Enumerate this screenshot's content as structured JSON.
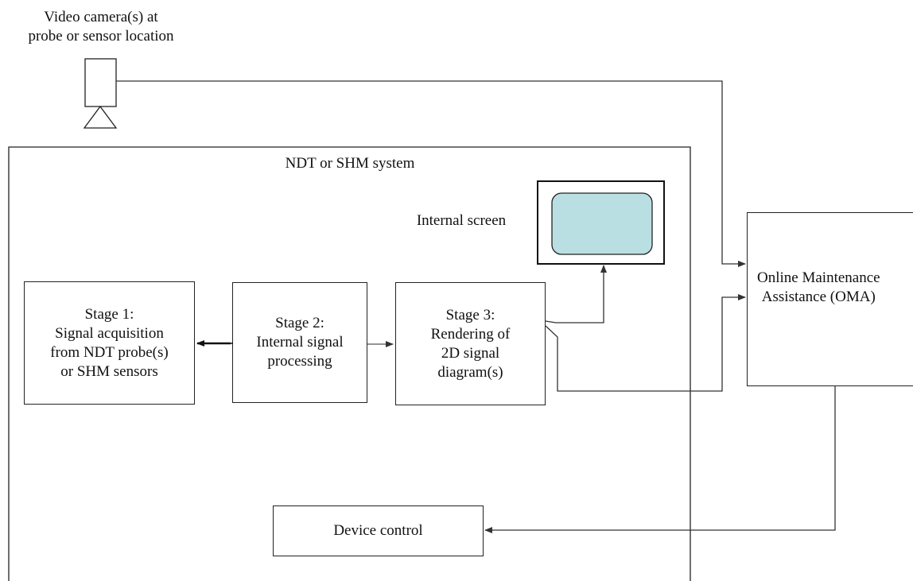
{
  "camera": {
    "label": "Video camera(s) at\nprobe or sensor location"
  },
  "system": {
    "title": "NDT or SHM system"
  },
  "internal_screen": {
    "label": "Internal screen"
  },
  "stages": [
    {
      "text": "Stage 1:\nSignal acquisition\nfrom NDT probe(s)\nor SHM sensors"
    },
    {
      "text": "Stage 2:\nInternal signal\nprocessing"
    },
    {
      "text": "Stage 3:\nRendering of\n2D signal\ndiagram(s)"
    }
  ],
  "device_control": {
    "text": "Device control"
  },
  "oma": {
    "text": "Online Maintenance\nAssistance (OMA)"
  },
  "colors": {
    "screen_fill": "#b9dfe2",
    "line": "#222222",
    "arrow": "#444444"
  }
}
